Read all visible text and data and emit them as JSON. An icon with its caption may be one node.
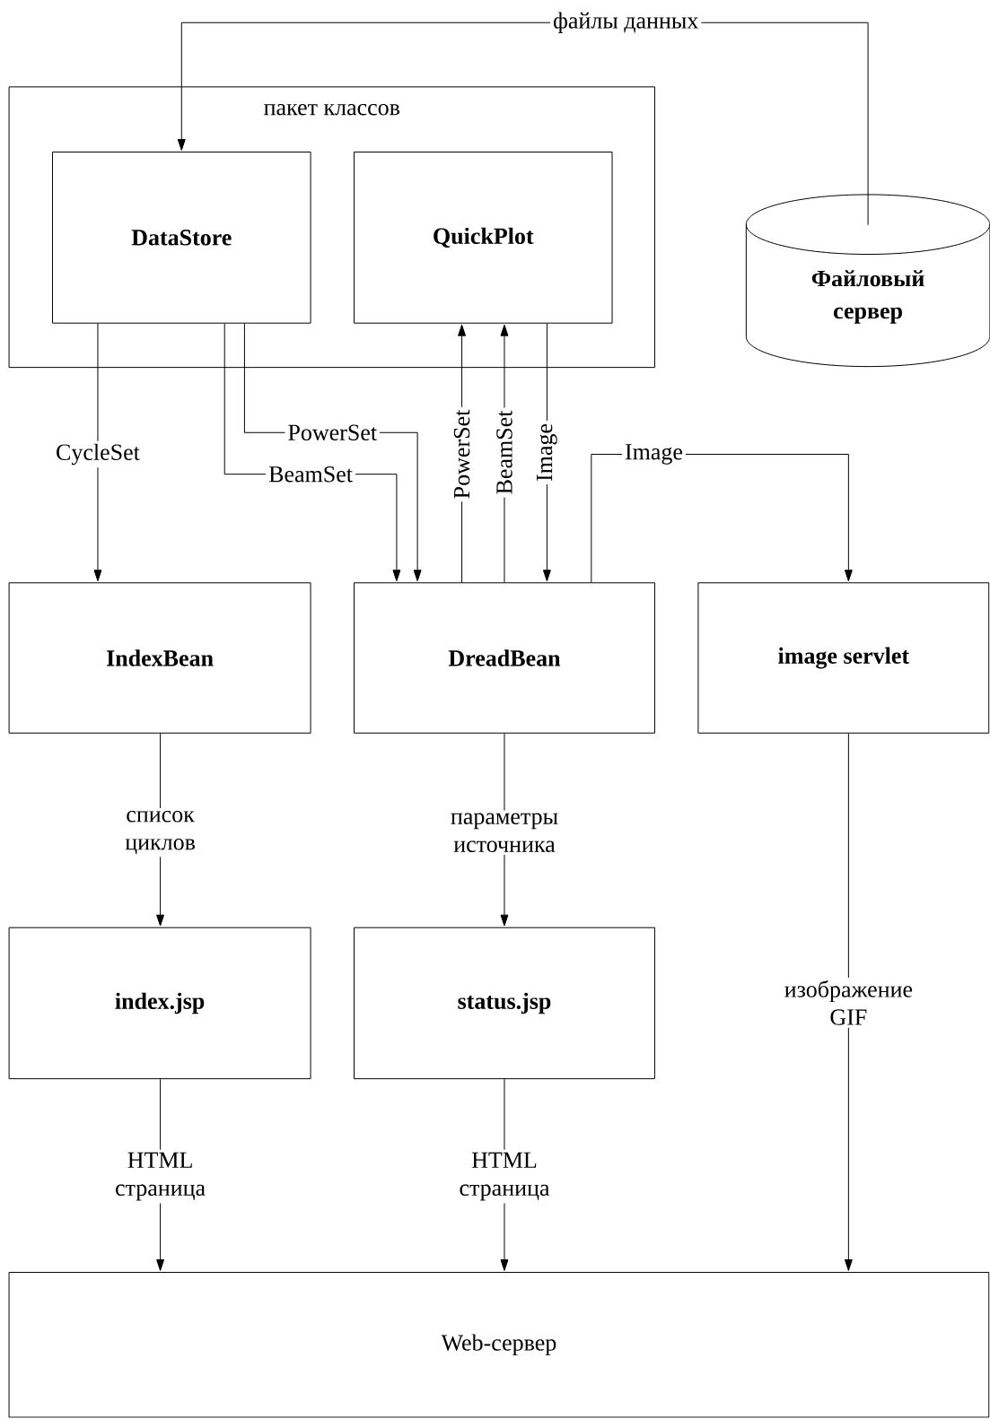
{
  "diagram": {
    "nodes": [
      {
        "text": [
          "пакет классов"
        ]
      },
      {
        "text": [
          "DataStore"
        ],
        "in": 0
      },
      {
        "text": [
          "QuickPlot"
        ],
        "in": 0
      },
      {
        "text": [
          "Файловый сервер"
        ]
      },
      {
        "text": [
          "IndexBean"
        ]
      },
      {
        "text": [
          "DreadBean"
        ]
      },
      {
        "text": [
          "image servlet"
        ]
      },
      {
        "text": [
          "index.jsp"
        ]
      },
      {
        "text": [
          "status.jsp"
        ]
      },
      {
        "text": [
          "Web-сервер"
        ]
      }
    ],
    "edges": [
      {
        "from": 3,
        "to": 1,
        "arrow": "to",
        "label": "файлы данных"
      },
      {
        "from": 1,
        "to": 4,
        "arrow": "to",
        "label": "CycleSet"
      },
      {
        "from": 1,
        "to": 5,
        "arrow": "to",
        "label": "PowerSet"
      },
      {
        "from": 1,
        "to": 5,
        "arrow": "to",
        "label": "BeamSet"
      },
      {
        "from": 5,
        "to": 2,
        "arrow": "to",
        "label": "PowerSet"
      },
      {
        "from": 5,
        "to": 2,
        "arrow": "to",
        "label": "BeamSet"
      },
      {
        "from": 2,
        "to": 5,
        "arrow": "to",
        "label": "Image"
      },
      {
        "from": 5,
        "to": 6,
        "arrow": "to",
        "label": "Image"
      },
      {
        "from": 4,
        "to": 7,
        "arrow": "to",
        "label": "список циклов"
      },
      {
        "from": 5,
        "to": 8,
        "arrow": "to",
        "label": "параметры источника"
      },
      {
        "from": 6,
        "to": 9,
        "arrow": "to",
        "label": "изображение GIF"
      },
      {
        "from": 7,
        "to": 9,
        "arrow": "to",
        "label": "HTML страница"
      },
      {
        "from": 8,
        "to": 9,
        "arrow": "to",
        "label": "HTML страница"
      }
    ]
  }
}
